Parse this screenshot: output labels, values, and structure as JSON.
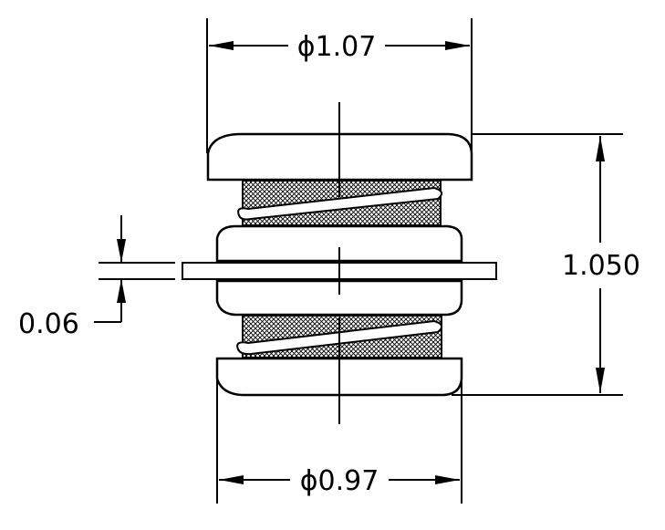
{
  "dimensions": {
    "top_diameter": "ϕ1.07",
    "bottom_diameter": "ϕ0.97",
    "overall_height": "1.050",
    "gap_thickness": "0.06"
  }
}
